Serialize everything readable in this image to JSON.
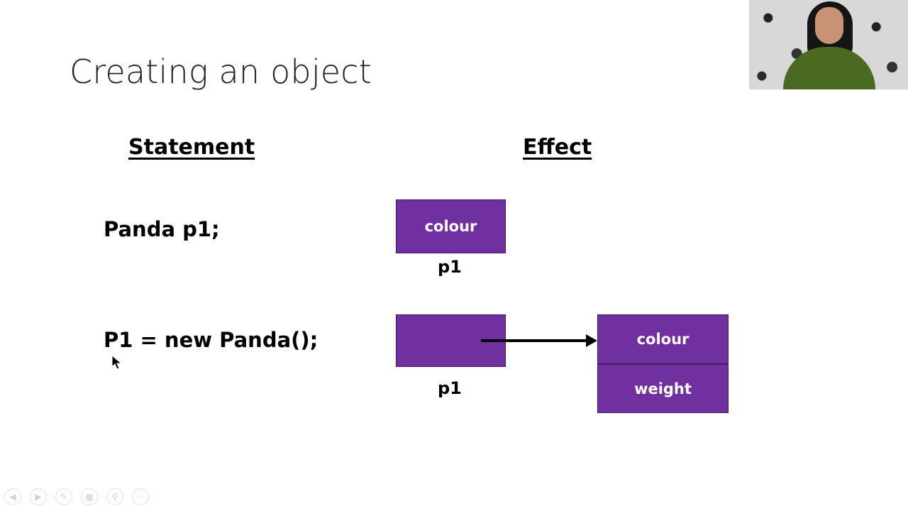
{
  "slide": {
    "title": "Creating an object",
    "statement_heading": "Statement",
    "effect_heading": "Effect",
    "statements": [
      "Panda p1;",
      "P1 = new Panda();"
    ]
  },
  "diagram": {
    "ref_box_1_field": "colour",
    "ref_box_1_label": "p1",
    "ref_box_2_label": "p1",
    "object_fields": [
      "colour",
      "weight"
    ],
    "box_color": "#7030a0"
  },
  "toolbar": {
    "icons": [
      "prev-icon",
      "next-icon",
      "pen-icon",
      "slides-icon",
      "zoom-icon",
      "more-icon"
    ]
  }
}
